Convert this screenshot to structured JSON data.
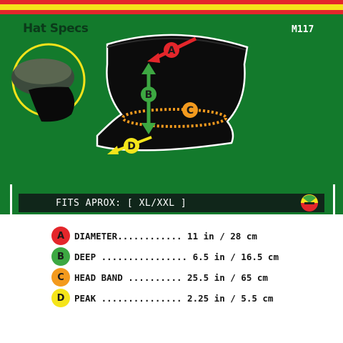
{
  "header": {
    "title": "Hat Specs",
    "model_code": "M117"
  },
  "colors": {
    "stripe_red": "#e4262b",
    "stripe_yellow": "#f6e31a",
    "background_green": "#137a2c",
    "title_dark": "#0b3a1a",
    "fits_bar": "#10261a"
  },
  "diagram": {
    "label_a": "A",
    "label_b": "B",
    "label_c": "C",
    "label_d": "D"
  },
  "fits": {
    "label": "FITS APROX: [ XL/XXL ]"
  },
  "specs": [
    {
      "letter": "A",
      "color": "#e4262b",
      "name": "DIAMETER",
      "line": "DIAMETER............ 11 in / 28 cm"
    },
    {
      "letter": "B",
      "color": "#3da842",
      "name": "DEEP",
      "line": "DEEP ................ 6.5 in / 16.5 cm"
    },
    {
      "letter": "C",
      "color": "#f39a1e",
      "name": "HEAD BAND",
      "line": "HEAD BAND .......... 25.5 in / 65 cm"
    },
    {
      "letter": "D",
      "color": "#f5e51a",
      "name": "PEAK",
      "line": "PEAK ............... 2.25 in / 5.5 cm"
    }
  ]
}
